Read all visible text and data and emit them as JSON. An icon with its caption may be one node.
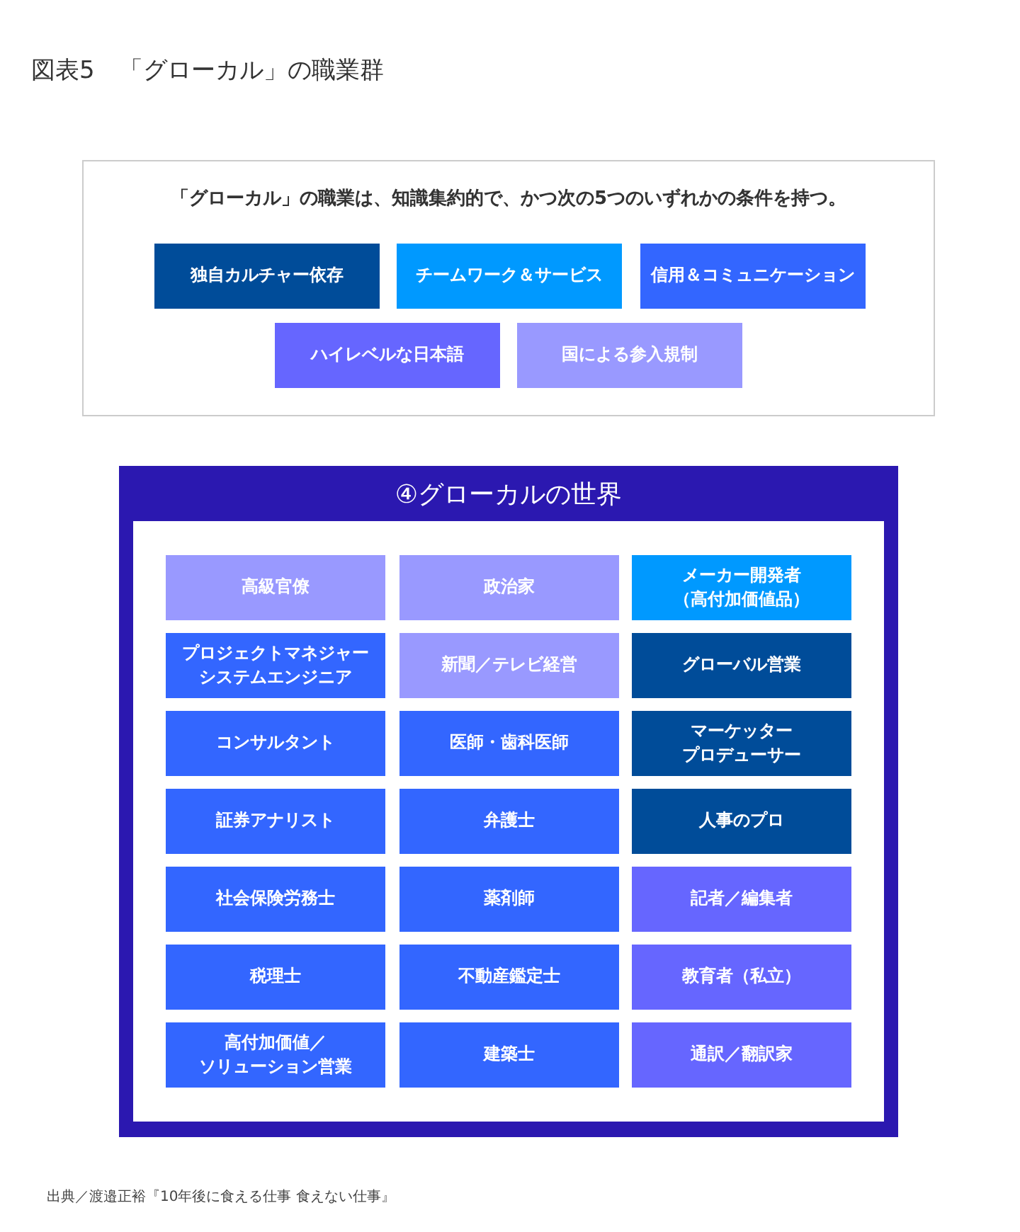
{
  "diagram": {
    "title": "図表5　「グローカル」の職業群",
    "caption": "出典／渡邉正裕『10年後に食える仕事 食えない仕事』",
    "nodes": [
      {
        "text": [
          "「グローカル」の職業は、知識集約的で、かつ次の5つのいずれかの条件を持つ。"
        ]
      },
      {
        "text": [
          "独自カルチャー依存"
        ],
        "in": 0
      },
      {
        "text": [
          "チームワーク＆サービス"
        ],
        "in": 0
      },
      {
        "text": [
          "信用＆コミュニケーション"
        ],
        "in": 0
      },
      {
        "text": [
          "ハイレベルな日本語"
        ],
        "in": 0
      },
      {
        "text": [
          "国による参入規制"
        ],
        "in": 0
      },
      {
        "text": [
          "④グローカルの世界"
        ]
      },
      {
        "text": [
          "高級官僚"
        ],
        "in": 6
      },
      {
        "text": [
          "政治家"
        ],
        "in": 6
      },
      {
        "text": [
          "メーカー開発者（高付加価値品）"
        ],
        "in": 6
      },
      {
        "text": [
          "プロジェクトマネジャーシステムエンジニア"
        ],
        "in": 6
      },
      {
        "text": [
          "新聞／テレビ経営"
        ],
        "in": 6
      },
      {
        "text": [
          "グローバル営業"
        ],
        "in": 6
      },
      {
        "text": [
          "コンサルタント"
        ],
        "in": 6
      },
      {
        "text": [
          "医師・歯科医師"
        ],
        "in": 6
      },
      {
        "text": [
          "マーケッタープロデューサー"
        ],
        "in": 6
      },
      {
        "text": [
          "証券アナリスト"
        ],
        "in": 6
      },
      {
        "text": [
          "弁護士"
        ],
        "in": 6
      },
      {
        "text": [
          "人事のプロ"
        ],
        "in": 6
      },
      {
        "text": [
          "社会保険労務士"
        ],
        "in": 6
      },
      {
        "text": [
          "薬剤師"
        ],
        "in": 6
      },
      {
        "text": [
          "記者／編集者"
        ],
        "in": 6
      },
      {
        "text": [
          "税理士"
        ],
        "in": 6
      },
      {
        "text": [
          "不動産鑑定士"
        ],
        "in": 6
      },
      {
        "text": [
          "教育者（私立）"
        ],
        "in": 6
      },
      {
        "text": [
          "高付加価値／ソリューション営業"
        ],
        "in": 6
      },
      {
        "text": [
          "建築士"
        ],
        "in": 6
      },
      {
        "text": [
          "通訳／翻訳家"
        ],
        "in": 6
      }
    ]
  }
}
